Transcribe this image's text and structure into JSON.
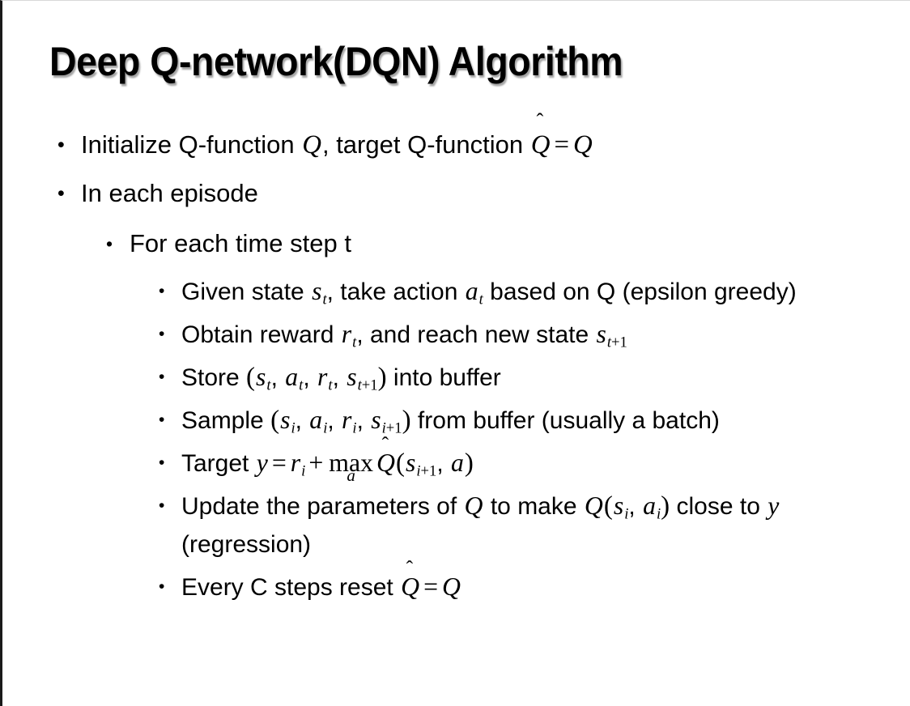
{
  "slide": {
    "title": "Deep Q-network(DQN) Algorithm",
    "background_color": "#ffffff",
    "text_color": "#000000",
    "border_color": "#1a1a1a",
    "bullet_glyph": "•"
  },
  "content": [
    {
      "level": 1,
      "name": "bullet-initialize",
      "plain_text": "Initialize Q-function Q, target Q-function Q̂ = Q",
      "parts": [
        {
          "kind": "text",
          "value": "Initialize Q-function "
        },
        {
          "kind": "math-italic",
          "value": "Q"
        },
        {
          "kind": "text",
          "value": ", target Q-function "
        },
        {
          "kind": "math-hat",
          "value": "Q",
          "accent": "ˆ"
        },
        {
          "kind": "math-op",
          "value": "="
        },
        {
          "kind": "math-italic",
          "value": "Q"
        }
      ]
    },
    {
      "level": 1,
      "name": "bullet-in-each-episode",
      "plain_text": "In each episode",
      "parts": [
        {
          "kind": "text",
          "value": "In each episode"
        }
      ]
    },
    {
      "level": 2,
      "name": "bullet-for-each-time-step",
      "plain_text": "For each time step t",
      "parts": [
        {
          "kind": "text",
          "value": "For each time step t"
        }
      ]
    },
    {
      "level": 3,
      "name": "bullet-given-state",
      "plain_text": "Given state s_t, take action a_t based on Q (epsilon greedy)",
      "parts": [
        {
          "kind": "text",
          "value": "Given state "
        },
        {
          "kind": "math-sub",
          "base": "s",
          "sub": "t"
        },
        {
          "kind": "text",
          "value": ", take action "
        },
        {
          "kind": "math-sub",
          "base": "a",
          "sub": "t"
        },
        {
          "kind": "text",
          "value": " based on Q (epsilon greedy)"
        }
      ]
    },
    {
      "level": 3,
      "name": "bullet-obtain-reward",
      "plain_text": "Obtain reward r_t, and reach new state s_t+1",
      "parts": [
        {
          "kind": "text",
          "value": "Obtain reward "
        },
        {
          "kind": "math-sub",
          "base": "r",
          "sub": "t"
        },
        {
          "kind": "text",
          "value": ", and reach new state "
        },
        {
          "kind": "math-sub",
          "base": "s",
          "sub": "t",
          "sub_num": "+1"
        }
      ]
    },
    {
      "level": 3,
      "name": "bullet-store",
      "plain_text": "Store (s_t, a_t, r_t, s_t+1) into buffer",
      "parts": [
        {
          "kind": "text",
          "value": "Store "
        },
        {
          "kind": "paren",
          "value": "("
        },
        {
          "kind": "math-sub",
          "base": "s",
          "sub": "t"
        },
        {
          "kind": "text",
          "value": ", "
        },
        {
          "kind": "math-sub",
          "base": "a",
          "sub": "t"
        },
        {
          "kind": "text",
          "value": ", "
        },
        {
          "kind": "math-sub",
          "base": "r",
          "sub": "t"
        },
        {
          "kind": "text",
          "value": ", "
        },
        {
          "kind": "math-sub",
          "base": "s",
          "sub": "t",
          "sub_num": "+1"
        },
        {
          "kind": "paren",
          "value": ")"
        },
        {
          "kind": "text",
          "value": " into buffer"
        }
      ]
    },
    {
      "level": 3,
      "name": "bullet-sample",
      "plain_text": "Sample (s_i, a_i, r_i, s_i+1) from buffer (usually a batch)",
      "parts": [
        {
          "kind": "text",
          "value": "Sample "
        },
        {
          "kind": "paren",
          "value": "("
        },
        {
          "kind": "math-sub",
          "base": "s",
          "sub": "i"
        },
        {
          "kind": "text",
          "value": ", "
        },
        {
          "kind": "math-sub",
          "base": "a",
          "sub": "i"
        },
        {
          "kind": "text",
          "value": ", "
        },
        {
          "kind": "math-sub",
          "base": "r",
          "sub": "i"
        },
        {
          "kind": "text",
          "value": ", "
        },
        {
          "kind": "math-sub",
          "base": "s",
          "sub": "i",
          "sub_num": "+1"
        },
        {
          "kind": "paren",
          "value": ")"
        },
        {
          "kind": "text",
          "value": " from buffer (usually a batch)"
        }
      ]
    },
    {
      "level": 3,
      "name": "bullet-target",
      "plain_text": "Target y = r_i + max_a Q̂(s_i+1, a)",
      "parts": [
        {
          "kind": "text",
          "value": "Target "
        },
        {
          "kind": "math-italic",
          "value": "y"
        },
        {
          "kind": "math-op",
          "value": "="
        },
        {
          "kind": "math-sub",
          "base": "r",
          "sub": "i"
        },
        {
          "kind": "math-op",
          "value": "+"
        },
        {
          "kind": "underset",
          "top": "max",
          "bottom": "a"
        },
        {
          "kind": "math-hat",
          "value": "Q",
          "accent": "ˆ"
        },
        {
          "kind": "paren",
          "value": "("
        },
        {
          "kind": "math-sub",
          "base": "s",
          "sub": "i",
          "sub_num": "+1"
        },
        {
          "kind": "text",
          "value": ", "
        },
        {
          "kind": "math-italic",
          "value": "a"
        },
        {
          "kind": "paren",
          "value": ")"
        }
      ]
    },
    {
      "level": 3,
      "name": "bullet-update-parameters",
      "plain_text": "Update the parameters of Q to make Q(s_i, a_i) close to y (regression)",
      "parts": [
        {
          "kind": "text",
          "value": "Update the parameters of "
        },
        {
          "kind": "math-italic",
          "value": "Q"
        },
        {
          "kind": "text",
          "value": " to make "
        },
        {
          "kind": "math-italic",
          "value": "Q"
        },
        {
          "kind": "paren",
          "value": "("
        },
        {
          "kind": "math-sub",
          "base": "s",
          "sub": "i"
        },
        {
          "kind": "text",
          "value": ", "
        },
        {
          "kind": "math-sub",
          "base": "a",
          "sub": "i"
        },
        {
          "kind": "paren",
          "value": ")"
        },
        {
          "kind": "text",
          "value": " close to "
        },
        {
          "kind": "math-italic",
          "value": "y"
        },
        {
          "kind": "text",
          "value": " (regression)"
        }
      ]
    },
    {
      "level": 3,
      "name": "bullet-every-c-steps",
      "plain_text": "Every C steps reset Q̂ = Q",
      "parts": [
        {
          "kind": "text",
          "value": "Every C steps reset "
        },
        {
          "kind": "math-hat",
          "value": "Q",
          "accent": "ˆ"
        },
        {
          "kind": "math-op",
          "value": "="
        },
        {
          "kind": "math-italic",
          "value": "Q"
        }
      ]
    }
  ]
}
